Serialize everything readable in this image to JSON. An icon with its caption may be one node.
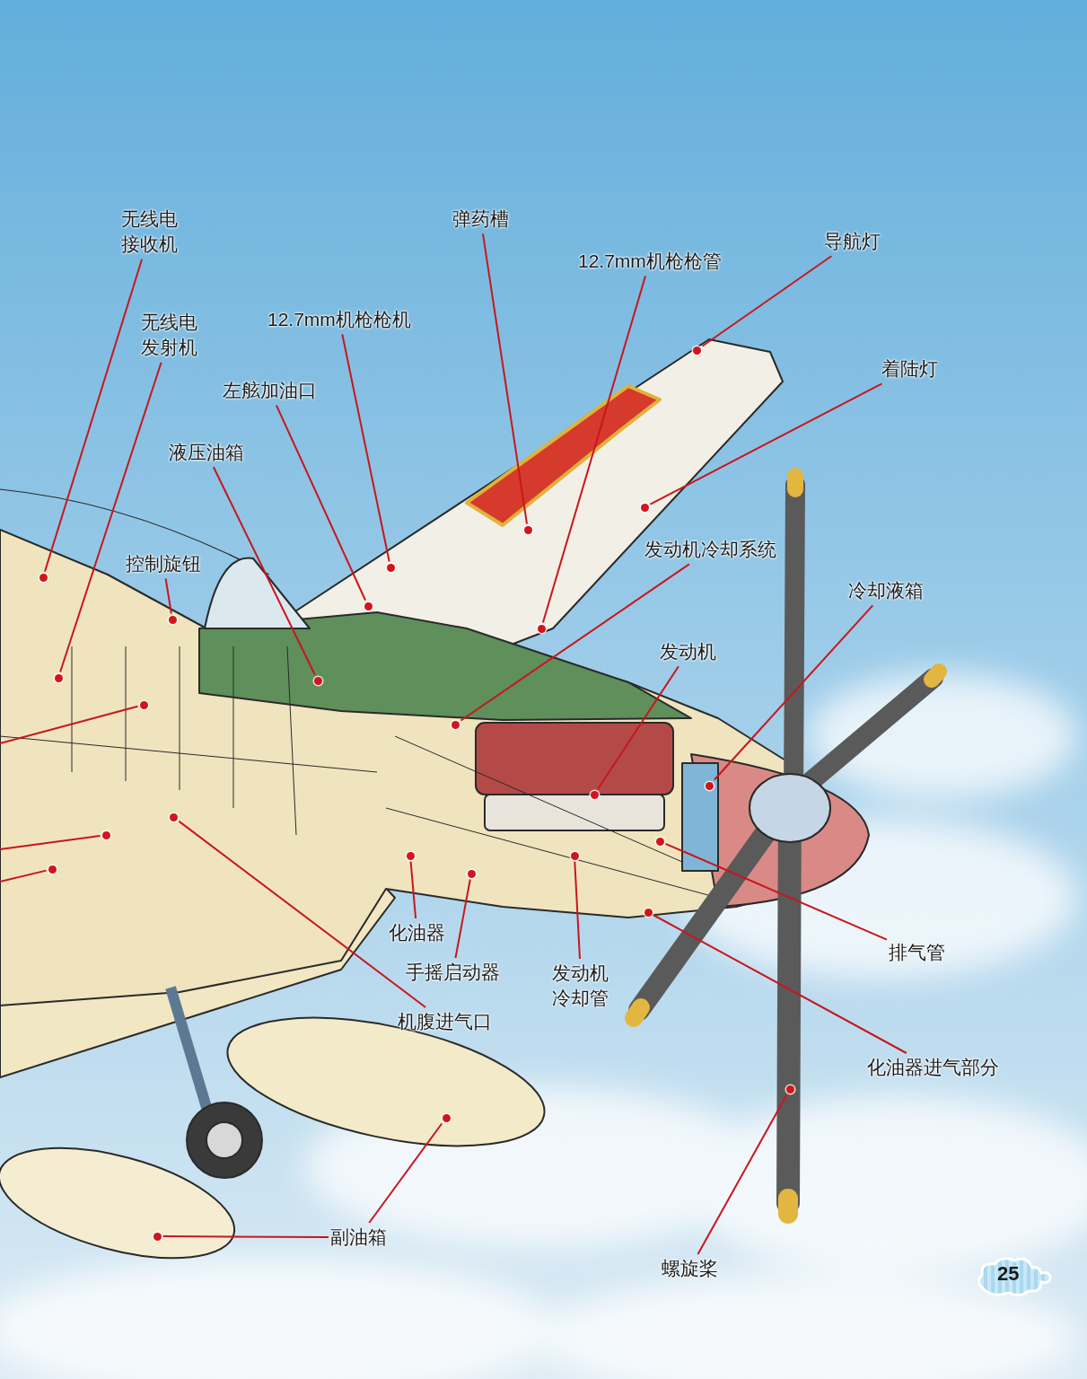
{
  "diagram": {
    "nodes": [
      {
        "text": [
          "无线电接收机"
        ]
      },
      {
        "text": [],
        "shape": "circle"
      },
      {
        "text": [
          "无线电发射机"
        ]
      },
      {
        "text": [],
        "shape": "circle"
      },
      {
        "text": [
          "12.7mm机枪枪机"
        ]
      },
      {
        "text": [],
        "shape": "circle"
      },
      {
        "text": [
          "弹药槽"
        ]
      },
      {
        "text": [],
        "shape": "circle"
      },
      {
        "text": [
          "12.7mm机枪枪管"
        ]
      },
      {
        "text": [],
        "shape": "circle"
      },
      {
        "text": [
          "导航灯"
        ]
      },
      {
        "text": [],
        "shape": "circle"
      },
      {
        "text": [
          "左舷加油口"
        ]
      },
      {
        "text": [],
        "shape": "circle"
      },
      {
        "text": [
          "着陆灯"
        ]
      },
      {
        "text": [],
        "shape": "circle"
      },
      {
        "text": [
          "液压油箱"
        ]
      },
      {
        "text": [],
        "shape": "circle"
      },
      {
        "text": [
          "控制旋钮"
        ]
      },
      {
        "text": [],
        "shape": "circle"
      },
      {
        "text": [
          "发动机冷却系统"
        ]
      },
      {
        "text": [],
        "shape": "circle"
      },
      {
        "text": [
          "冷却液箱"
        ]
      },
      {
        "text": [],
        "shape": "circle"
      },
      {
        "text": [
          "发动机"
        ]
      },
      {
        "text": [],
        "shape": "circle"
      },
      {
        "text": [
          "排气管"
        ]
      },
      {
        "text": [],
        "shape": "circle"
      },
      {
        "text": [
          "化油器"
        ]
      },
      {
        "text": [],
        "shape": "circle"
      },
      {
        "text": [
          "手摇启动器"
        ]
      },
      {
        "text": [],
        "shape": "circle"
      },
      {
        "text": [
          "发动机冷却管"
        ]
      },
      {
        "text": [],
        "shape": "circle"
      },
      {
        "text": [
          "化油器进气部分"
        ]
      },
      {
        "text": [],
        "shape": "circle"
      },
      {
        "text": [
          "机腹进气口"
        ]
      },
      {
        "text": [],
        "shape": "circle"
      },
      {
        "text": [
          "副油箱"
        ]
      },
      {
        "text": [],
        "shape": "circle"
      },
      {
        "text": [],
        "shape": "circle"
      },
      {
        "text": [
          "螺旋桨"
        ]
      },
      {
        "text": [],
        "shape": "circle"
      },
      {
        "text": [],
        "shape": "circle"
      },
      {
        "text": [],
        "shape": "circle"
      },
      {
        "text": [],
        "shape": "circle"
      }
    ],
    "edges": [
      {
        "from": 0,
        "to": 1,
        "arrow": "none"
      },
      {
        "from": 2,
        "to": 3,
        "arrow": "none"
      },
      {
        "from": 4,
        "to": 5,
        "arrow": "none"
      },
      {
        "from": 6,
        "to": 7,
        "arrow": "none"
      },
      {
        "from": 8,
        "to": 9,
        "arrow": "none"
      },
      {
        "from": 10,
        "to": 11,
        "arrow": "none"
      },
      {
        "from": 12,
        "to": 13,
        "arrow": "none"
      },
      {
        "from": 14,
        "to": 15,
        "arrow": "none"
      },
      {
        "from": 16,
        "to": 17,
        "arrow": "none"
      },
      {
        "from": 18,
        "to": 19,
        "arrow": "none"
      },
      {
        "from": 20,
        "to": 21,
        "arrow": "none"
      },
      {
        "from": 22,
        "to": 23,
        "arrow": "none"
      },
      {
        "from": 24,
        "to": 25,
        "arrow": "none"
      },
      {
        "from": 26,
        "to": 27,
        "arrow": "none"
      },
      {
        "from": 28,
        "to": 29,
        "arrow": "none"
      },
      {
        "from": 30,
        "to": 31,
        "arrow": "none"
      },
      {
        "from": 32,
        "to": 33,
        "arrow": "none"
      },
      {
        "from": 34,
        "to": 35,
        "arrow": "none"
      },
      {
        "from": 36,
        "to": 37,
        "arrow": "none"
      },
      {
        "from": 38,
        "to": 39,
        "arrow": "none"
      },
      {
        "from": 38,
        "to": 40,
        "arrow": "none"
      },
      {
        "from": 41,
        "to": 42,
        "arrow": "none"
      },
      {
        "from": null,
        "to": 43,
        "arrow": "none"
      },
      {
        "from": null,
        "to": 44,
        "arrow": "none"
      },
      {
        "from": null,
        "to": 45,
        "arrow": "none"
      }
    ],
    "labels": [
      "25"
    ]
  }
}
